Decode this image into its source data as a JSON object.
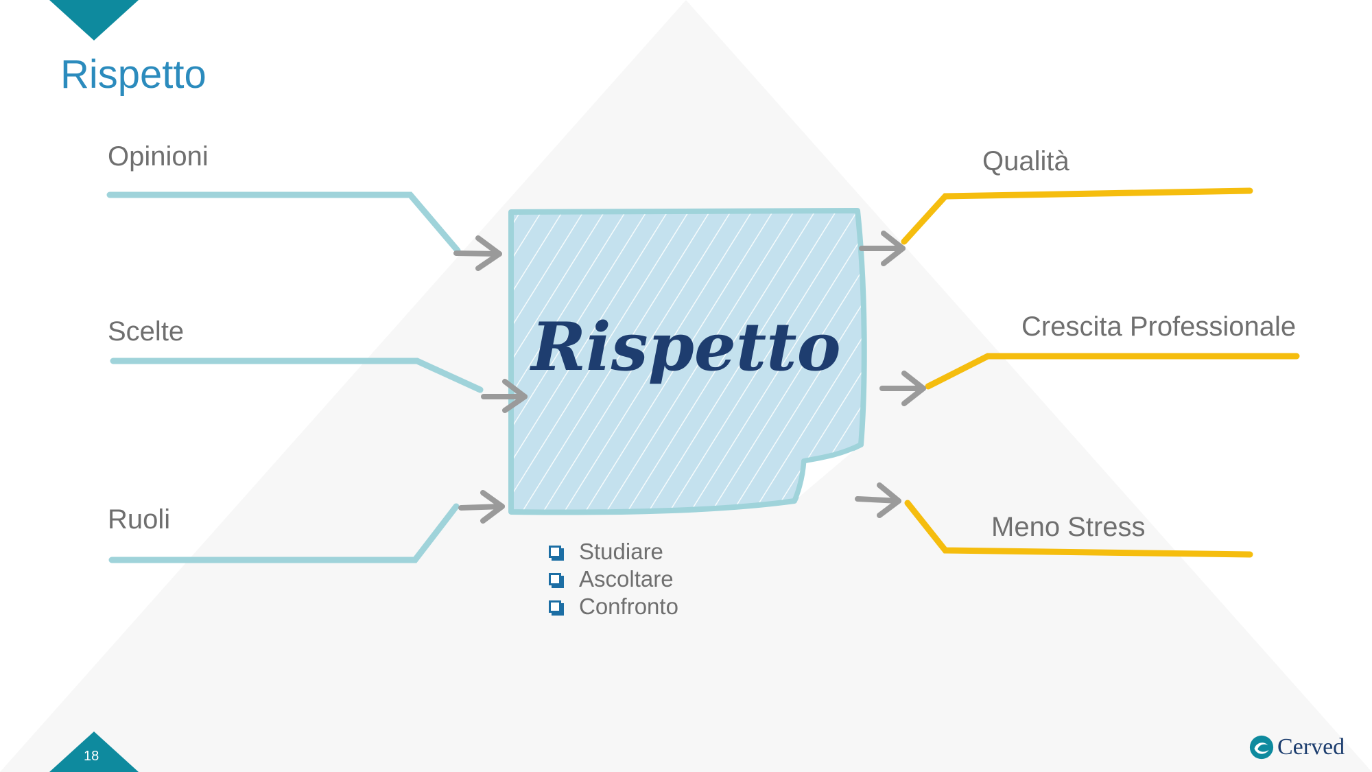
{
  "slide": {
    "title": "Rispetto",
    "page_number": "18"
  },
  "center_note": {
    "title": "Rispetto"
  },
  "inputs": [
    {
      "label": "Opinioni"
    },
    {
      "label": "Scelte"
    },
    {
      "label": "Ruoli"
    }
  ],
  "outcomes": [
    {
      "label": "Qualità"
    },
    {
      "label": "Crescita Professionale"
    },
    {
      "label": "Meno Stress"
    }
  ],
  "actions": [
    {
      "label": "Studiare"
    },
    {
      "label": "Ascoltare"
    },
    {
      "label": "Confronto"
    }
  ],
  "brand": {
    "name": "Cerved"
  },
  "colors": {
    "accent_teal": "#0e8a9e",
    "title_blue": "#2b8bbd",
    "input_lines": "#9fd3da",
    "outcome_lines": "#f5bd0e",
    "arrows": "#9a9a9a",
    "note_fill": "#c4e1ee",
    "note_border": "#9fd3da",
    "note_text": "#1e3d6f",
    "background_triangle": "#f7f7f7"
  },
  "icons": {
    "list_bullet": "checkbox-icon",
    "arrow": "arrow-right-icon",
    "logo": "cerved-logo"
  }
}
